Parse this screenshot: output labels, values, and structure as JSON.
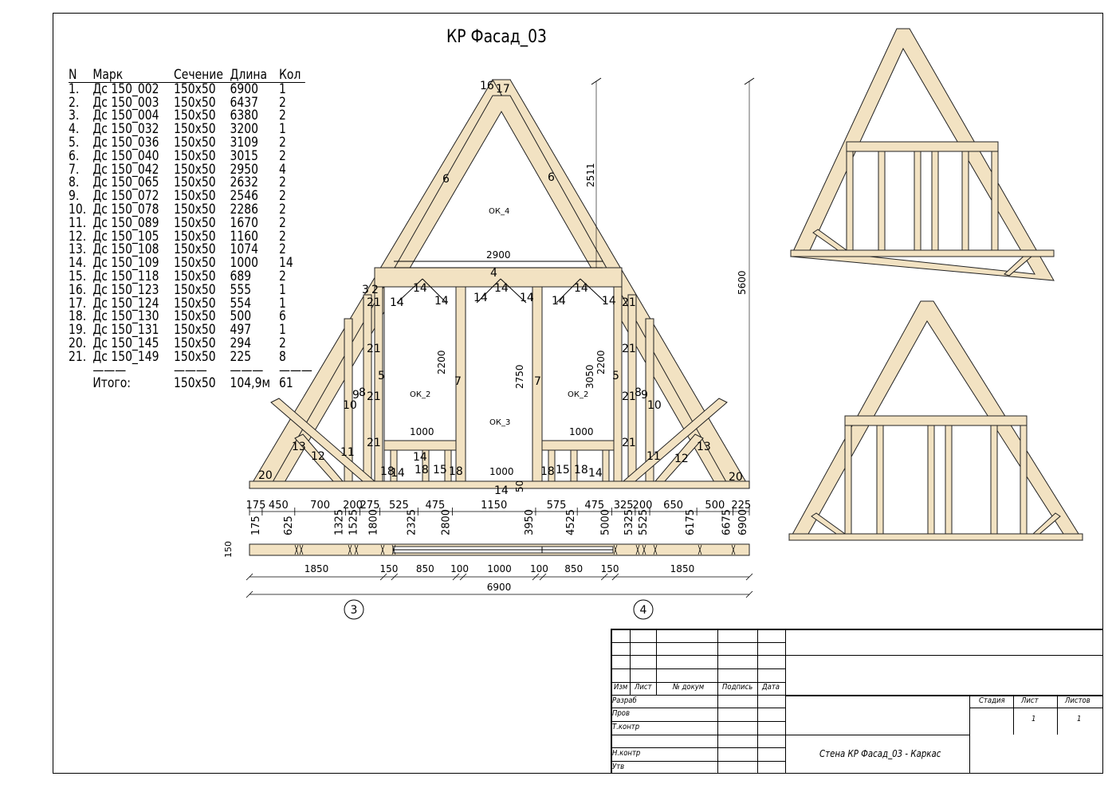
{
  "title": "КР Фасад_03",
  "spec": {
    "headers": [
      "N",
      "Марк",
      "Сечение",
      "Длина",
      "Кол"
    ],
    "rows": [
      [
        "1.",
        "Дс 150_002",
        "150x50",
        "6900",
        "1"
      ],
      [
        "2.",
        "Дс 150_003",
        "150x50",
        "6437",
        "2"
      ],
      [
        "3.",
        "Дс 150_004",
        "150x50",
        "6380",
        "2"
      ],
      [
        "4.",
        "Дс 150_032",
        "150x50",
        "3200",
        "1"
      ],
      [
        "5.",
        "Дс 150_036",
        "150x50",
        "3109",
        "2"
      ],
      [
        "6.",
        "Дс 150_040",
        "150x50",
        "3015",
        "2"
      ],
      [
        "7.",
        "Дс 150_042",
        "150x50",
        "2950",
        "4"
      ],
      [
        "8.",
        "Дс 150_065",
        "150x50",
        "2632",
        "2"
      ],
      [
        "9.",
        "Дс 150_072",
        "150x50",
        "2546",
        "2"
      ],
      [
        "10.",
        "Дс 150_078",
        "150x50",
        "2286",
        "2"
      ],
      [
        "11.",
        "Дс 150_089",
        "150x50",
        "1670",
        "2"
      ],
      [
        "12.",
        "Дс 150_105",
        "150x50",
        "1160",
        "2"
      ],
      [
        "13.",
        "Дс 150_108",
        "150x50",
        "1074",
        "2"
      ],
      [
        "14.",
        "Дс 150_109",
        "150x50",
        "1000",
        "14"
      ],
      [
        "15.",
        "Дс 150_118",
        "150x50",
        "689",
        "2"
      ],
      [
        "16.",
        "Дс 150_123",
        "150x50",
        "555",
        "1"
      ],
      [
        "17.",
        "Дс 150_124",
        "150x50",
        "554",
        "1"
      ],
      [
        "18.",
        "Дс 150_130",
        "150x50",
        "500",
        "6"
      ],
      [
        "19.",
        "Дс 150_131",
        "150x50",
        "497",
        "1"
      ],
      [
        "20.",
        "Дс 150_145",
        "150x50",
        "294",
        "2"
      ],
      [
        "21.",
        "Дс 150_149",
        "150x50",
        "225",
        "8"
      ]
    ],
    "separator": [
      "",
      "———",
      "———",
      "———",
      "———"
    ],
    "total": [
      "",
      "Итого:",
      "150x50",
      "104,9м",
      "61"
    ]
  },
  "drawing": {
    "member_labels": [
      "16",
      "17",
      "6",
      "6",
      "4",
      "2",
      "3",
      "21",
      "21",
      "21",
      "21",
      "5",
      "5",
      "7",
      "7",
      "21",
      "21",
      "21",
      "21",
      "10",
      "9",
      "8",
      "10",
      "9",
      "8",
      "13",
      "12",
      "11",
      "11",
      "12",
      "13",
      "20",
      "20",
      "14",
      "14",
      "14",
      "14",
      "14",
      "14",
      "14",
      "14",
      "14",
      "18",
      "14",
      "18",
      "15",
      "18",
      "18",
      "15",
      "18",
      "14",
      "14",
      "14"
    ],
    "openings": [
      "ОК_4",
      "ОК_2",
      "ОК_2",
      "ОК_3"
    ],
    "inner_dims": [
      "2900",
      "2511",
      "5600",
      "2200",
      "2200",
      "2750",
      "3050",
      "1000",
      "1000",
      "1000",
      "50"
    ],
    "top_segments": [
      175,
      450,
      700,
      200,
      275,
      525,
      475,
      1150,
      575,
      475,
      325,
      200,
      650,
      500,
      225
    ],
    "bottom_segments": [
      1850,
      150,
      850,
      100,
      1000,
      100,
      850,
      150,
      1850
    ],
    "total_width": "6900",
    "plan_thickness": "150",
    "axes": [
      "3",
      "4"
    ]
  },
  "title_block": {
    "col_headers": [
      "Изм",
      "Лист",
      "№ докум",
      "Подпись",
      "Дата"
    ],
    "roles": [
      "Разраб",
      "Пров",
      "Т.контр",
      "",
      "Н.контр",
      "Утв"
    ],
    "stage_headers": [
      "Стадия",
      "Лист",
      "Листов"
    ],
    "sheet": "1",
    "sheets": "1",
    "name": "Стена КР Фасад_03 - Каркас"
  },
  "colors": {
    "wood": "#f2e2c2",
    "wood_dark": "#c9a878",
    "line": "#000000"
  }
}
